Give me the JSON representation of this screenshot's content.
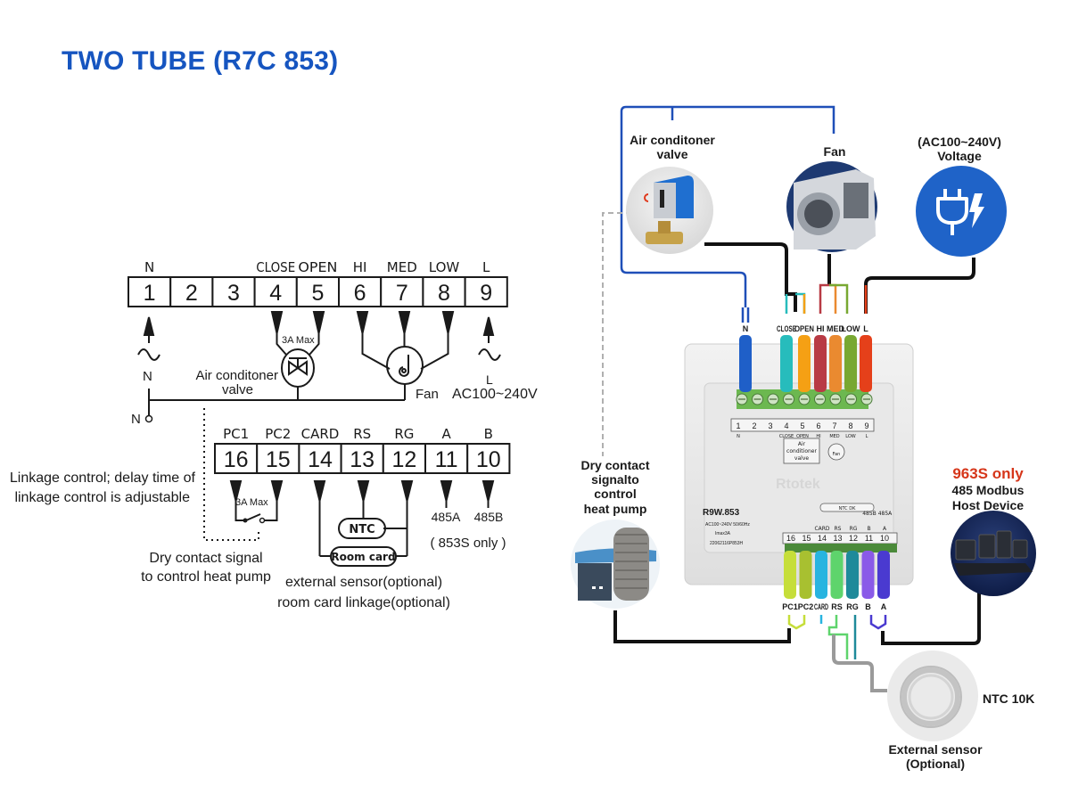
{
  "title": "TWO TUBE (R7C 853)",
  "schematic": {
    "top_terminals": [
      {
        "num": "1",
        "label": "N"
      },
      {
        "num": "2",
        "label": ""
      },
      {
        "num": "3",
        "label": ""
      },
      {
        "num": "4",
        "label": "CLOSE"
      },
      {
        "num": "5",
        "label": "OPEN"
      },
      {
        "num": "6",
        "label": "HI"
      },
      {
        "num": "7",
        "label": "MED"
      },
      {
        "num": "8",
        "label": "LOW"
      },
      {
        "num": "9",
        "label": "L"
      }
    ],
    "bottom_terminals": [
      {
        "num": "16",
        "label": "PC1"
      },
      {
        "num": "15",
        "label": "PC2"
      },
      {
        "num": "14",
        "label": "CARD"
      },
      {
        "num": "13",
        "label": "RS"
      },
      {
        "num": "12",
        "label": "RG"
      },
      {
        "num": "11",
        "label": "A"
      },
      {
        "num": "10",
        "label": "B"
      }
    ],
    "valve_max": "3A Max",
    "valve_label_1": "Air conditoner",
    "valve_label_2": "valve",
    "fan_label": "Fan",
    "neutral_n1": "N",
    "neutral_n2": "N",
    "live_l": "L",
    "voltage": "AC100~240V",
    "linkage_1": "Linkage control; delay time of",
    "linkage_2": "linkage control is adjustable",
    "pc_max": "3A Max",
    "ntc": "NTC",
    "room_card": "Room card",
    "rs485a": "485A",
    "rs485b": "485B",
    "s853_only": "( 853S only )",
    "dry_1": "Dry contact signal",
    "dry_2": "to control heat pump",
    "ext_1": "external sensor(optional)",
    "ext_2": "room card linkage(optional)"
  },
  "photo": {
    "valve_title_1": "Air conditoner",
    "valve_title_2": "valve",
    "fan_title": "Fan",
    "voltage_title_1": "(AC100~240V)",
    "voltage_title_2": "Voltage",
    "top_wires": [
      {
        "label": "N",
        "color": "#1f5fc8"
      },
      {
        "label": "CLOSE",
        "color": "#27bcbc"
      },
      {
        "label": "OPEN",
        "color": "#f5a014"
      },
      {
        "label": "HI",
        "color": "#b83a44"
      },
      {
        "label": "MED",
        "color": "#ea8a30"
      },
      {
        "label": "LOW",
        "color": "#78a832"
      },
      {
        "label": "L",
        "color": "#e5401a"
      }
    ],
    "device_top_numbers": [
      "1",
      "2",
      "3",
      "4",
      "5",
      "6",
      "7",
      "8",
      "9"
    ],
    "device_top_labels": [
      "N",
      "",
      "",
      "CLOSE",
      "OPEN",
      "HI",
      "MED",
      "LOW",
      "L"
    ],
    "device_valve_text_1": "Air",
    "device_valve_text_2": "conditioner",
    "device_valve_text_3": "valve",
    "device_fan_text": "Fan",
    "brand": "Rtotek",
    "model": "R9W.853",
    "spec_1": "AC100~240V 50/60Hz",
    "spec_2": "Imax3A",
    "spec_3": "22062116P853H",
    "device_bottom_numbers": [
      "16",
      "15",
      "14",
      "13",
      "12",
      "11",
      "10"
    ],
    "device_bottom_labels": [
      "",
      "",
      "CARD",
      "RS",
      "RG",
      "B",
      "A"
    ],
    "device_485_labels": [
      "485B",
      "485A"
    ],
    "device_ntc_box": "NTC  DK",
    "bottom_wires": [
      {
        "label": "PC1",
        "color": "#c6de3a"
      },
      {
        "label": "PC2",
        "color": "#a8c030"
      },
      {
        "label": "CARD",
        "color": "#28b4e0"
      },
      {
        "label": "RS",
        "color": "#5ed46c"
      },
      {
        "label": "RG",
        "color": "#1e8a9a"
      },
      {
        "label": "B",
        "color": "#8a5ae8"
      },
      {
        "label": "A",
        "color": "#4a3ad0"
      }
    ],
    "heat_pump_1": "Dry contact",
    "heat_pump_2": "signalto",
    "heat_pump_3": "control",
    "heat_pump_4": "heat pump",
    "modbus_1": "963S only",
    "modbus_2": "485 Modbus",
    "modbus_3": "Host Device",
    "ntc_10k": "NTC 10K",
    "ext_sensor_1": "External sensor",
    "ext_sensor_2": "(Optional)"
  },
  "colors": {
    "title_blue": "#1655c0",
    "wire_blue": "#1f4fb8",
    "red_accent": "#d6361a"
  }
}
